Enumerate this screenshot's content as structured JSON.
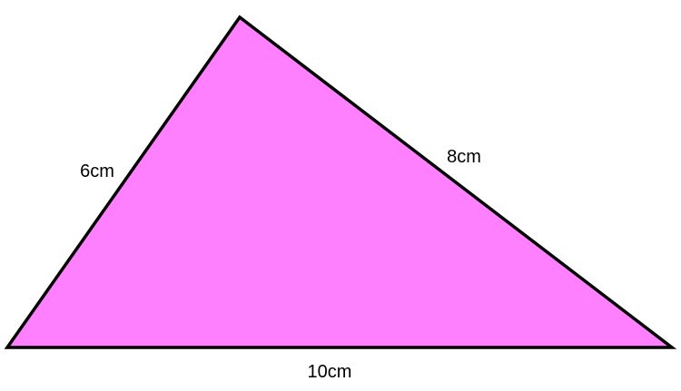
{
  "shape": {
    "type": "triangle",
    "fill_color": "#ff80ff",
    "stroke_color": "#000000"
  },
  "labels": {
    "left_side": "6cm",
    "right_side": "8cm",
    "base": "10cm"
  }
}
